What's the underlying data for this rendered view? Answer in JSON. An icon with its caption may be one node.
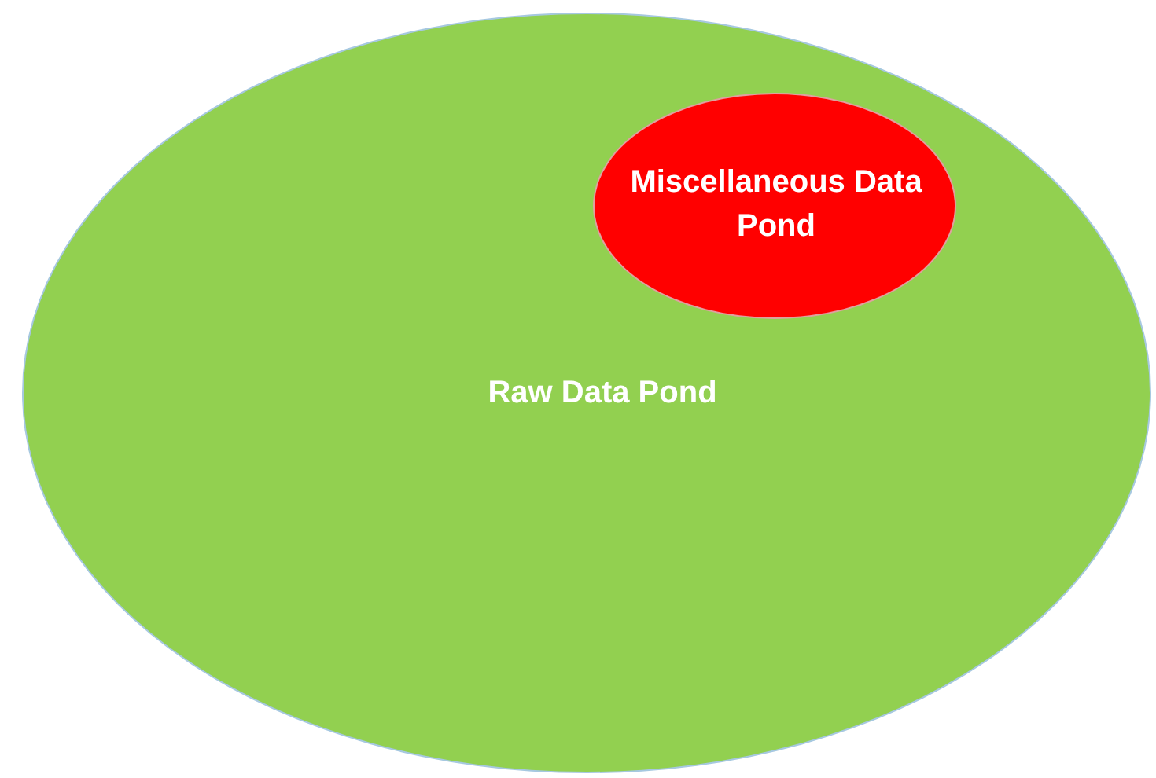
{
  "diagram": {
    "nodes": [
      {
        "text": [
          "Raw Data Pond"
        ]
      },
      {
        "text": [
          "Miscellaneous Data Pond"
        ],
        "in": 0
      }
    ]
  }
}
